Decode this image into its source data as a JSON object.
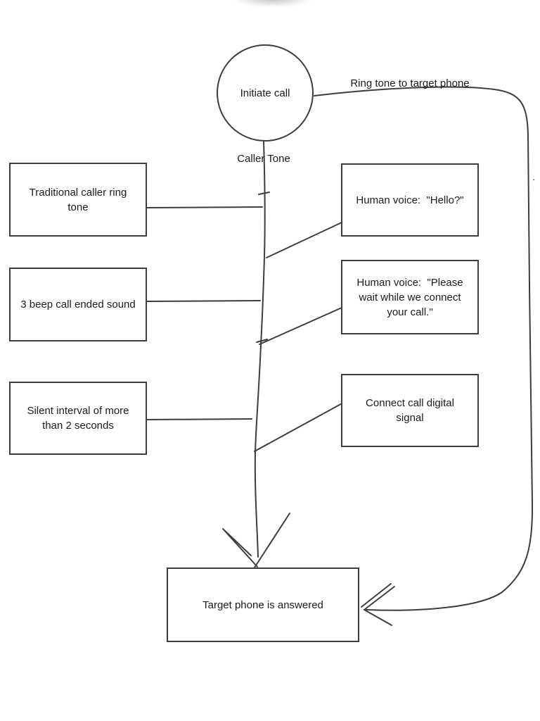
{
  "diagram": {
    "start_node": {
      "label": "Initiate call"
    },
    "edge_labels": {
      "ring_tone": "Ring tone to target phone",
      "caller_tone": "Caller Tone"
    },
    "left_boxes": [
      {
        "label": "Traditional caller ring tone"
      },
      {
        "label": "3 beep call ended sound"
      },
      {
        "label": "Silent interval of more than 2 seconds"
      }
    ],
    "right_boxes": [
      {
        "label": "Human voice:  \"Hello?\""
      },
      {
        "label": "Human voice:  \"Please wait while we connect your call.\""
      },
      {
        "label": "Connect call digital signal"
      }
    ],
    "end_node": {
      "label": "Target phone is answered"
    },
    "stray_mark": "."
  },
  "colors": {
    "line": "#3d3d3d",
    "text": "#1b1b1b",
    "background": "#ffffff"
  }
}
